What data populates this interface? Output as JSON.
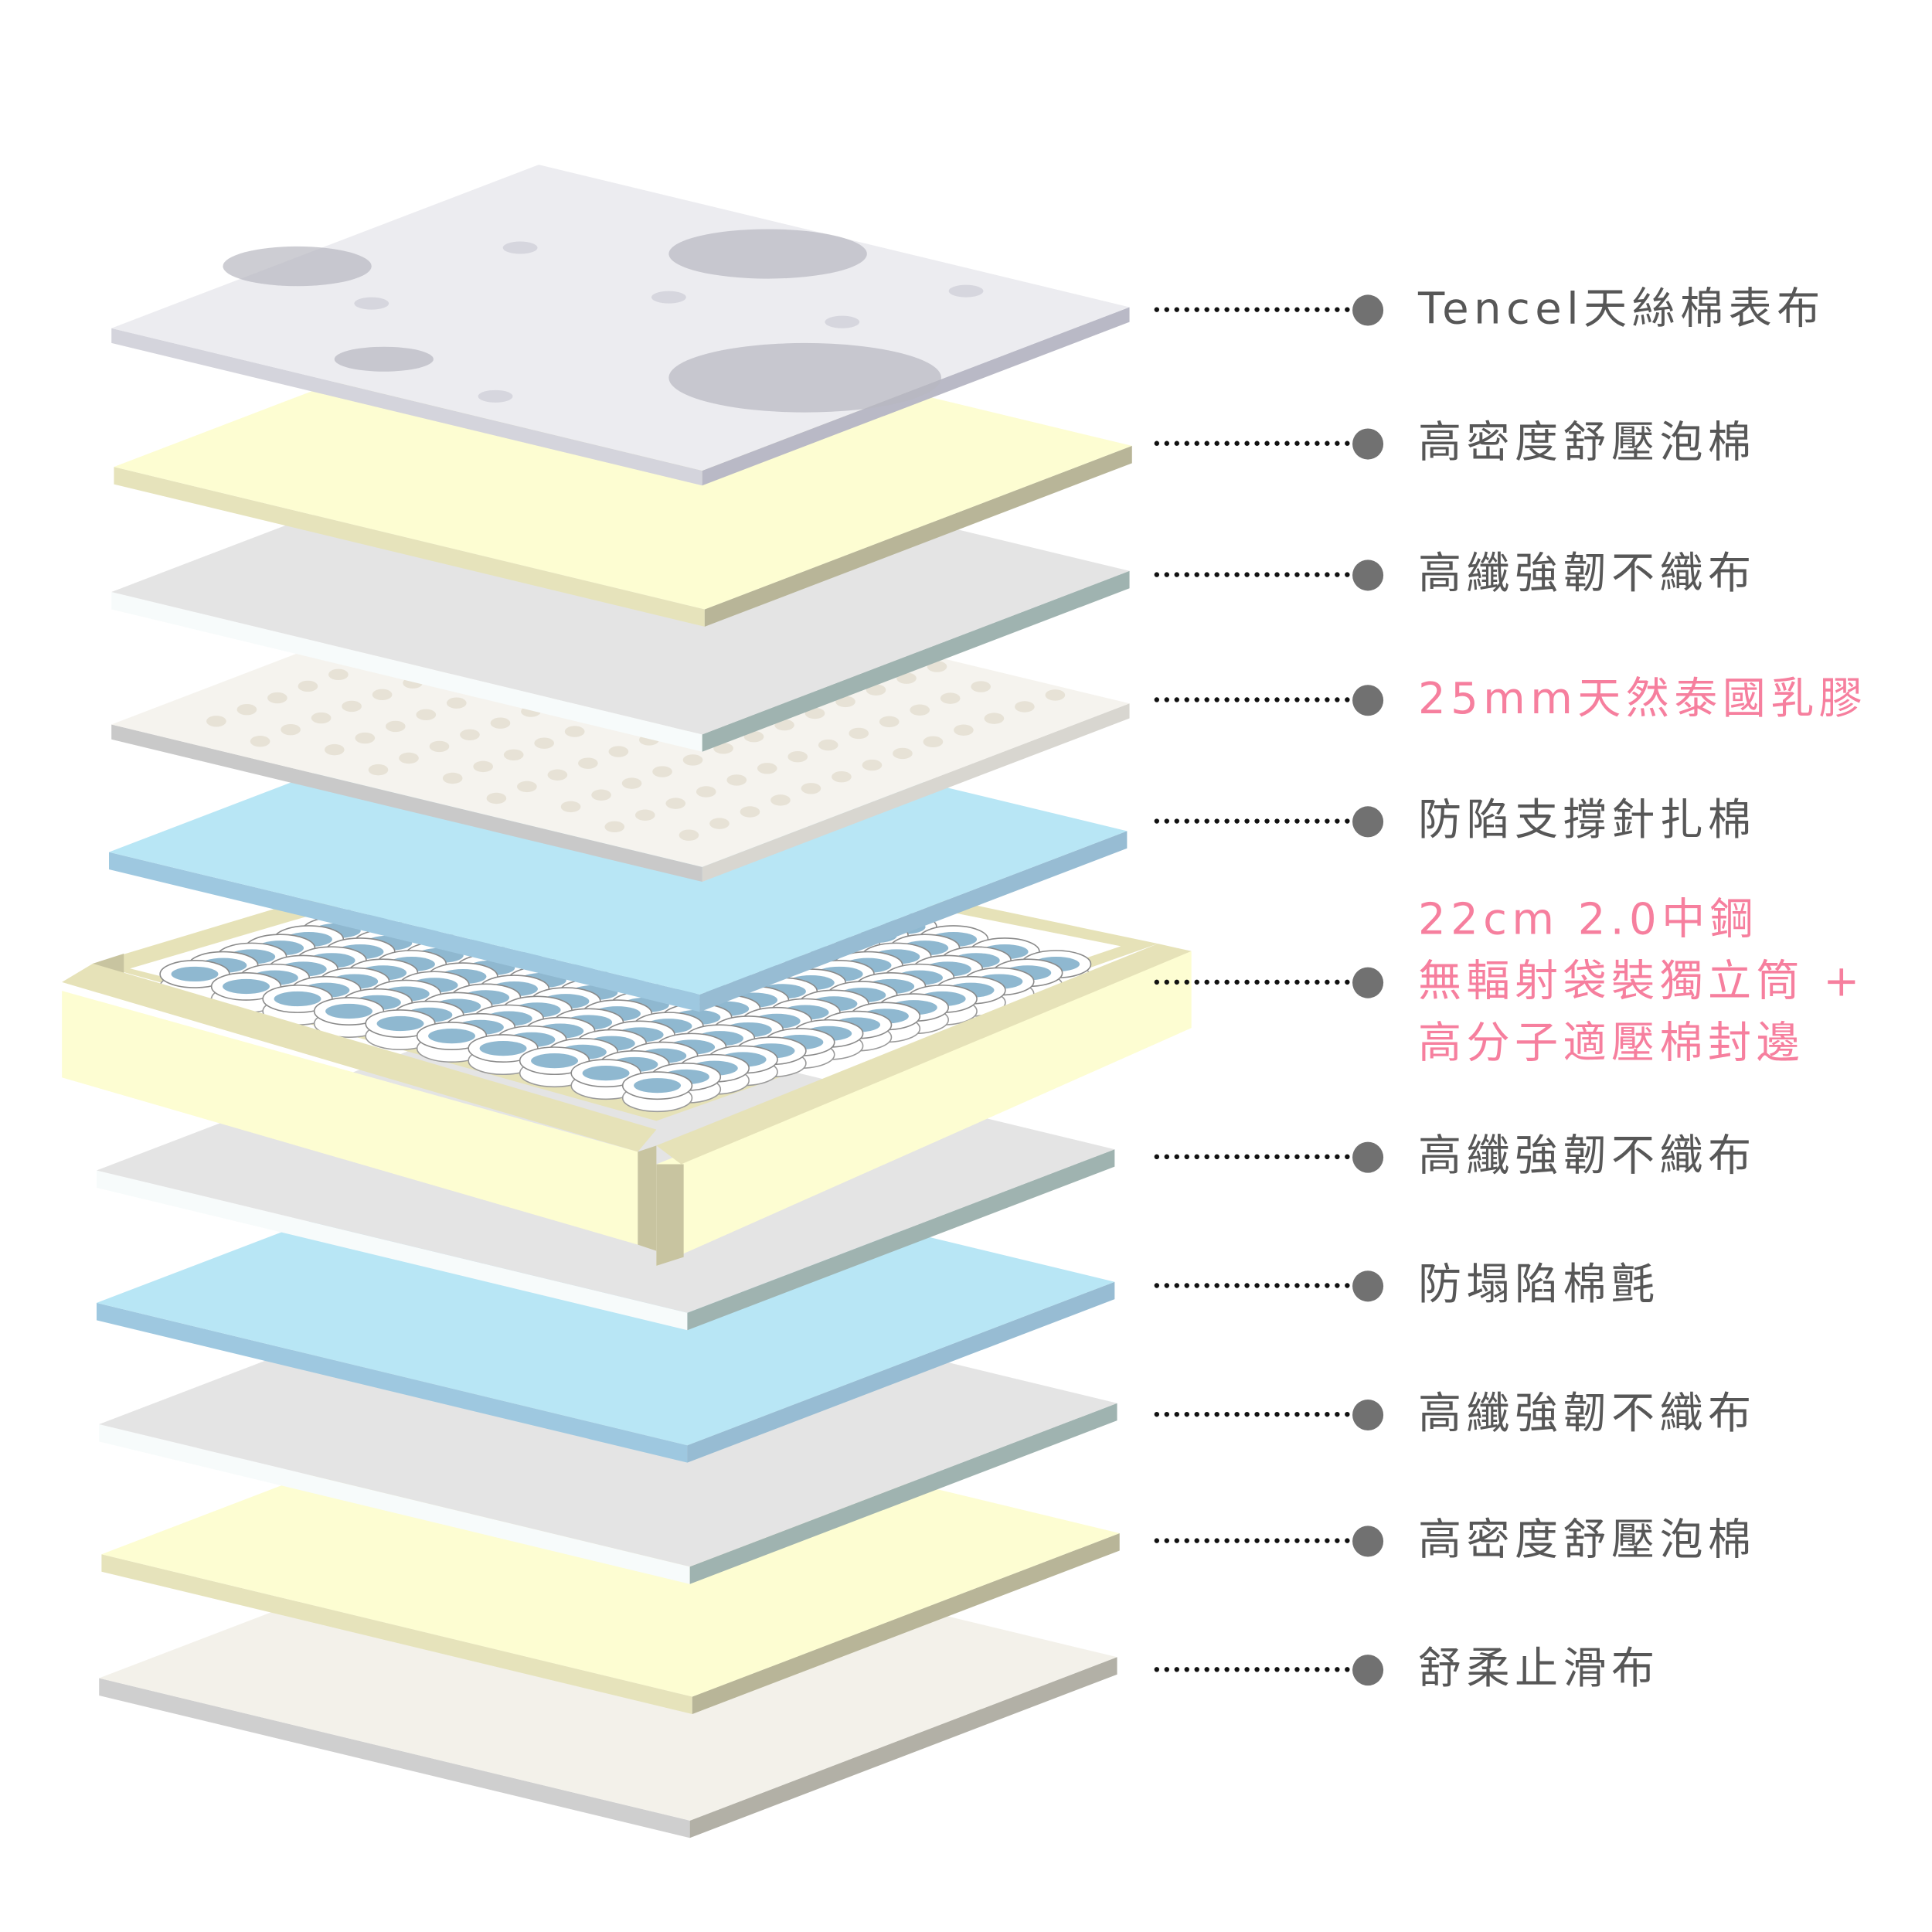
{
  "colors": {
    "text": "#575757",
    "highlight": "#f67f9e",
    "bullet": "#717171"
  },
  "layers": [
    {
      "label": "Tencel天絲棉表布",
      "highlight": false
    },
    {
      "label": "高密度舒壓泡棉",
      "highlight": false
    },
    {
      "label": "高纖強韌不織布",
      "highlight": false
    },
    {
      "label": "25mm天然泰國乳膠",
      "highlight": true
    },
    {
      "label": "防陷支撐針扎棉",
      "highlight": false
    },
    {
      "label_lines": [
        "22cm 2.0中鋼",
        "無輻射袋裝獨立筒 +",
        "高分子適壓棉封邊"
      ],
      "highlight": true
    },
    {
      "label": "高纖強韌不織布",
      "highlight": false
    },
    {
      "label": "防塌陷棉氈",
      "highlight": false
    },
    {
      "label": "高纖強韌不織布",
      "highlight": false
    },
    {
      "label": "高密度舒壓泡棉",
      "highlight": false
    },
    {
      "label": "舒柔止滑布",
      "highlight": false
    }
  ]
}
